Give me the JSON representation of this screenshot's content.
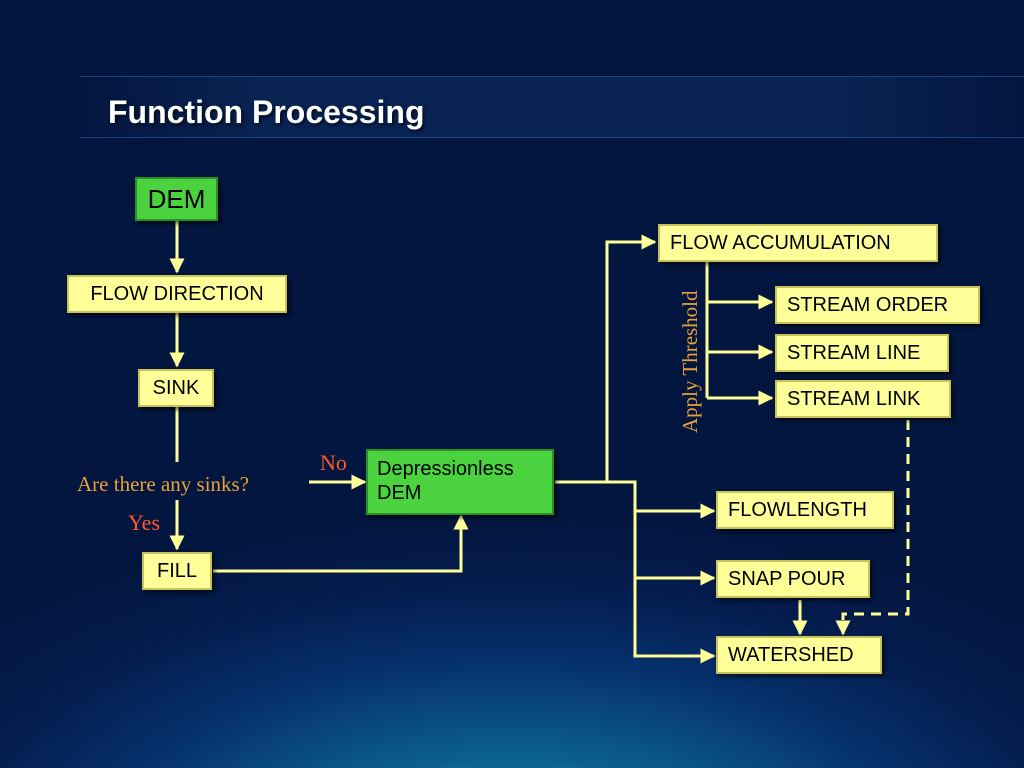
{
  "title": "Function Processing",
  "nodes": {
    "dem": "DEM",
    "flow_direction": "FLOW DIRECTION",
    "sink": "SINK",
    "fill": "FILL",
    "depressionless_line1": "Depressionless",
    "depressionless_line2": "DEM",
    "flow_accumulation": "FLOW ACCUMULATION",
    "stream_order": "STREAM ORDER",
    "stream_line": "STREAM LINE",
    "stream_link": "STREAM LINK",
    "flowlength": "FLOWLENGTH",
    "snap_pour": "SNAP POUR",
    "watershed": "WATERSHED"
  },
  "labels": {
    "question": "Are there any sinks?",
    "no": "No",
    "yes": "Yes",
    "apply_threshold": "Apply Threshold"
  },
  "colors": {
    "box_fill": "#ffff99",
    "green_fill": "#4bd33f",
    "connector": "#ffff99",
    "question_text": "#e8a23a",
    "yes_no_text": "#ff5a2a"
  }
}
